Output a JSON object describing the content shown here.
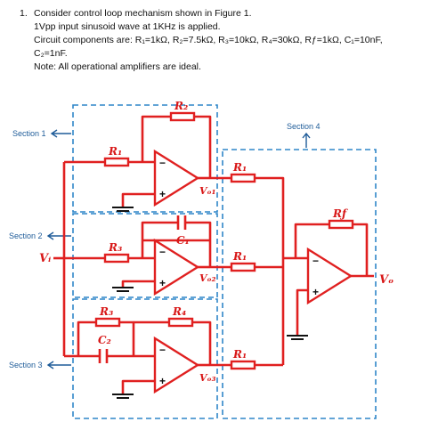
{
  "problem": {
    "number": "1.",
    "lines": [
      "Consider control loop mechanism shown in Figure 1.",
      "1Vpp input sinusoid wave at 1KHz is applied.",
      "Circuit components are: R₁=1kΩ, R₂=7.5kΩ, R₃=10kΩ, R₄=30kΩ, Rƒ=1kΩ, C₁=10nF,",
      "C₂=1nF.",
      "Note: All operational amplifiers are ideal."
    ]
  },
  "sections": {
    "s1": "Section 1",
    "s2": "Section 2",
    "s3": "Section 3",
    "s4": "Section 4"
  },
  "labels": {
    "r1_top": "R₁",
    "r2": "R₂",
    "r3_mid": "R₃",
    "c1": "C₁",
    "r3_bot": "R₃",
    "r4": "R₄",
    "c2": "C₂",
    "r1_out1": "R₁",
    "r1_out2": "R₁",
    "r1_out3": "R₁",
    "rf": "Rƒ",
    "vi": "Vᵢ",
    "vo1": "Vₒ₁",
    "vo2": "Vₒ₂",
    "vo3": "Vₒ₃",
    "vo": "Vₒ",
    "minus": "−",
    "plus": "+"
  },
  "colors": {
    "wire": "#e02020",
    "section_box": "#2f86c8",
    "section_text": "#1f5c99"
  }
}
